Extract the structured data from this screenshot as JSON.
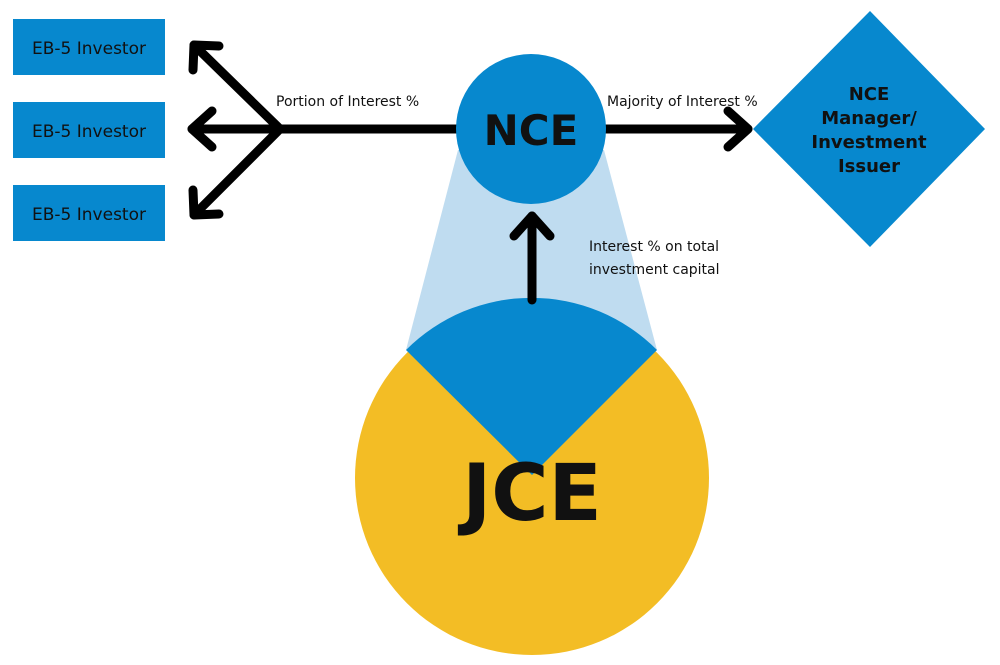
{
  "colors": {
    "blue": "#0788CE",
    "light_blue": "#BFDCF0",
    "yellow": "#F3BD25",
    "black": "#000000"
  },
  "investors": [
    {
      "label": "EB-5 Investor"
    },
    {
      "label": "EB-5 Investor"
    },
    {
      "label": "EB-5 Investor"
    }
  ],
  "edges": {
    "portion": "Portion of Interest %",
    "majority": "Majority of Interest %",
    "interest_line1": "Interest % on total",
    "interest_line2": "investment capital"
  },
  "nodes": {
    "nce": "NCE",
    "jce": "JCE",
    "manager_lines": [
      "NCE",
      "Manager/",
      "Investment",
      "Issuer"
    ]
  }
}
